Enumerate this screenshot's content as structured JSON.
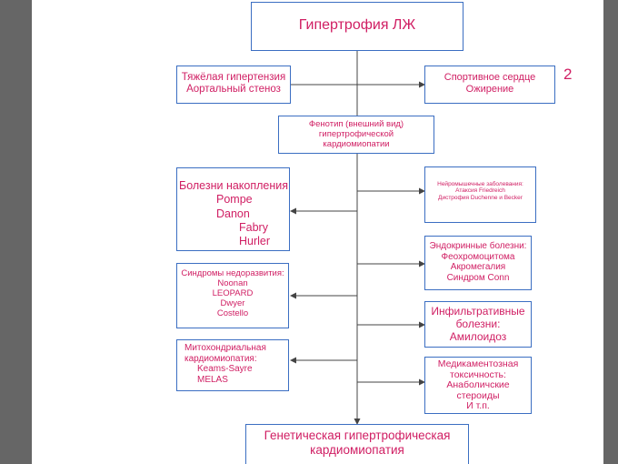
{
  "title": "Гипертрофия ЛЖ",
  "page_number": "2",
  "left_top": [
    "Тяжёлая гипертензия",
    "Аортальный стеноз"
  ],
  "right_top": [
    "Спортивное сердце",
    "Ожирение"
  ],
  "phenotype": [
    "Фенотип (внешний вид)",
    "гипертрофической",
    "кардиомиопатии"
  ],
  "storage": [
    "Болезни накопления",
    "Pompe",
    "Danon",
    "Fabry",
    "Hurler"
  ],
  "malformation": [
    "Синдромы недоразвития:",
    "Noonan",
    "LEOPARD",
    "Dwyer",
    "Costello"
  ],
  "mito": [
    "Митохондриальная",
    "кардиомиопатия:",
    "Keams-Sayre",
    "MELAS"
  ],
  "neuro": [
    "Нейромышечные заболевания:",
    "Атаксия Friedreich",
    "Дистрофия Duchenne и Becker"
  ],
  "endocrine": [
    "Эндокринные болезни:",
    "Феохромоцитома",
    "Акромегалия",
    "Синдром Conn"
  ],
  "infiltrative": [
    "Инфильтративные",
    "болезни:",
    "Амилоидоз"
  ],
  "drug": [
    "Медикаментозная",
    "токсичность:",
    "Анаболичские",
    "стероиды",
    "И т.п."
  ],
  "genetic": [
    "Генетическая гипертрофическая",
    "кардиомиопатия"
  ],
  "colors": {
    "text": "#d01e63",
    "border": "#3b6ec2",
    "line": "#444444",
    "frame": "#666666"
  }
}
